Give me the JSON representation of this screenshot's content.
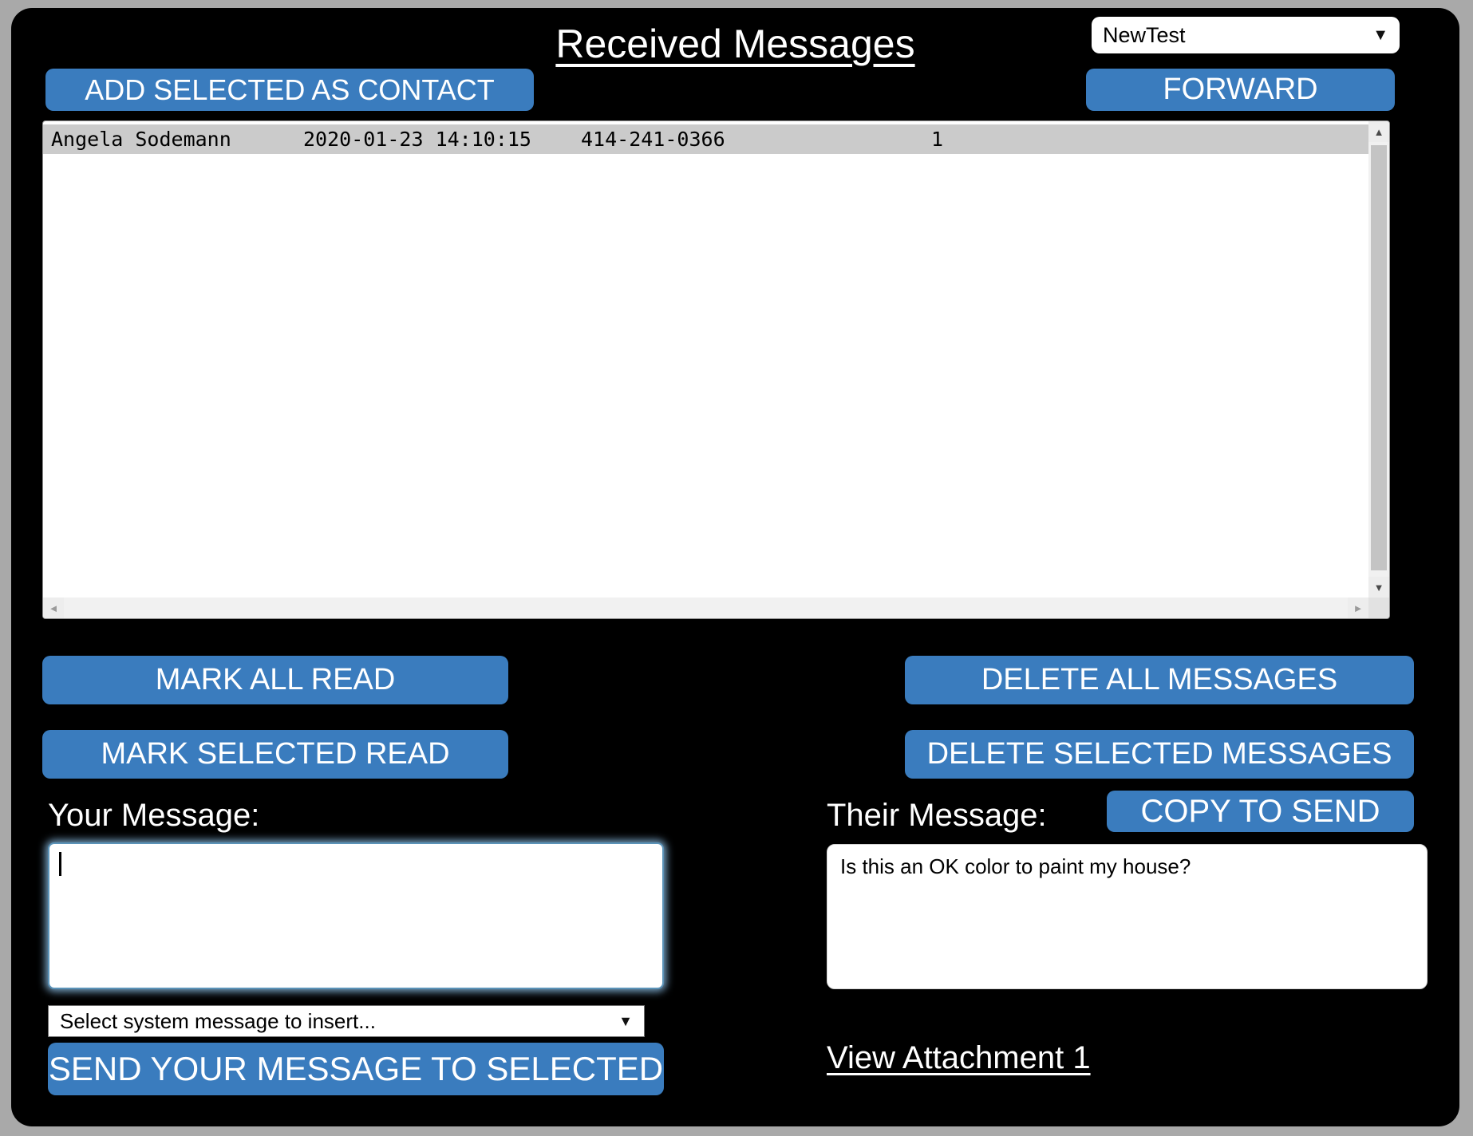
{
  "window": {
    "frame_color": "#a9a9a9",
    "panel_color": "#000000"
  },
  "header": {
    "title": "Received Messages",
    "account_select": {
      "value": "NewTest"
    },
    "add_contact_button": "ADD SELECTED AS CONTACT",
    "forward_button": "FORWARD"
  },
  "message_list": {
    "rows": [
      {
        "sender": "Angela Sodemann",
        "datetime": "2020-01-23 14:10:15",
        "phone": "414-241-0366",
        "unread_count": "1",
        "selected": true
      }
    ]
  },
  "bulk_actions": {
    "mark_all_read": "MARK ALL READ",
    "mark_selected_read": "MARK SELECTED READ",
    "delete_all_messages": "DELETE ALL MESSAGES",
    "delete_selected_messages": "DELETE SELECTED MESSAGES"
  },
  "compose": {
    "label": "Your Message:",
    "message_value": "",
    "system_message_select": {
      "value": "Select system message to insert..."
    },
    "send_button": "SEND YOUR MESSAGE TO SELECTED"
  },
  "their_message": {
    "label": "Their Message:",
    "copy_to_send_button": "COPY TO SEND",
    "message_value": "Is this an OK color to paint my house?",
    "attachment_link": "View Attachment 1"
  },
  "icons": {
    "dropdown": "▼",
    "scroll_up": "▲",
    "scroll_down": "▼",
    "scroll_left": "◄",
    "scroll_right": "►"
  },
  "colors": {
    "accent_blue": "#3a7cbe",
    "selected_row_bg": "#cbcbcb",
    "scrollbar_track": "#f1f1f1",
    "scrollbar_thumb": "#c4c4c4"
  }
}
